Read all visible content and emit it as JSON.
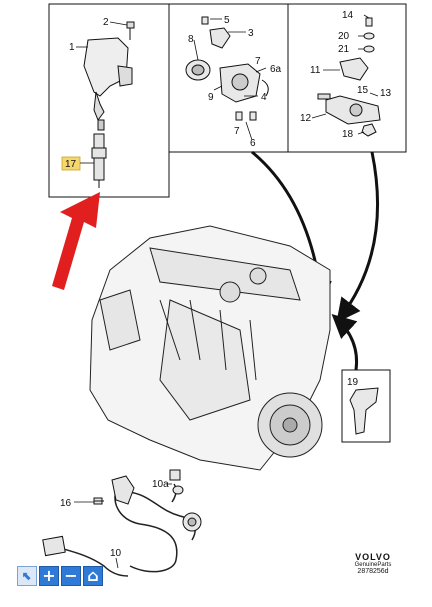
{
  "callouts": {
    "c1": "1",
    "c2": "2",
    "c3": "3",
    "c4": "4",
    "c5": "5",
    "c6": "6",
    "c6a": "6a",
    "c7a": "7",
    "c7b": "7",
    "c8": "8",
    "c9": "9",
    "c10": "10",
    "c10a": "10a",
    "c11": "11",
    "c12": "12",
    "c13": "13",
    "c14": "14",
    "c15": "15",
    "c16": "16",
    "c17": "17",
    "c18": "18",
    "c19": "19",
    "c20": "20",
    "c21": "21"
  },
  "branding": {
    "brand": "VOLVO",
    "subtitle": "GenuineParts",
    "part_number": "2878256d"
  },
  "toolbar": {
    "select_glyph": "⬉",
    "zoom_in_glyph": "+",
    "zoom_out_glyph": "−",
    "home_glyph": "⌂"
  },
  "colors": {
    "highlight_arrow": "#e21f1f",
    "toolbar_blue": "#2f7ad6",
    "callout_highlight": "#f5d76e"
  }
}
